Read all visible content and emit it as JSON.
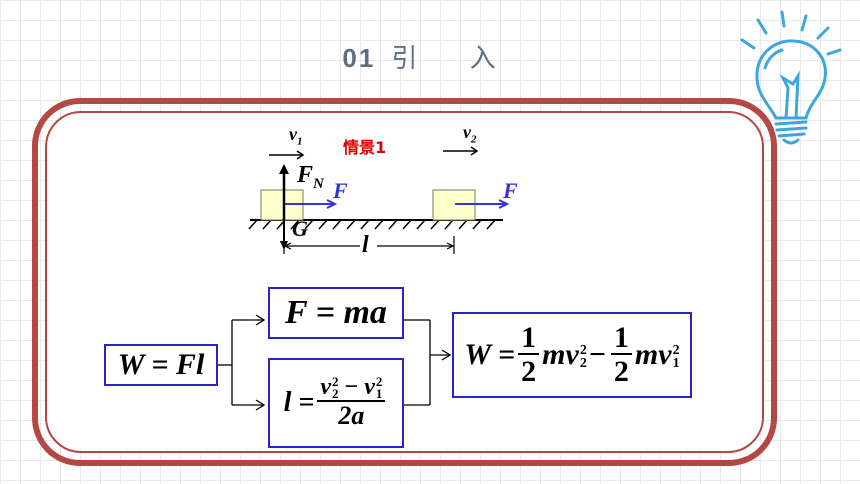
{
  "header": {
    "number": "01",
    "title": "引 入"
  },
  "scene": {
    "label": "情景1",
    "v1_symbol": "v",
    "v1_sub": "1",
    "v2_symbol": "v",
    "v2_sub": "2",
    "fn_symbol": "F",
    "fn_sub": "N",
    "force_left": "F",
    "force_right": "F",
    "gravity": "G",
    "distance": "l"
  },
  "formulas": {
    "work_def": "W = Fl",
    "newton": "F = ma",
    "kinematics": {
      "lhs": "l =",
      "num_a": "v",
      "num_a_sup": "2",
      "num_a_sub": "2",
      "minus": "−",
      "num_b": "v",
      "num_b_sup": "2",
      "num_b_sub": "1",
      "den": "2a"
    },
    "result": {
      "lhs": "W =",
      "f1_num": "1",
      "f1_den": "2",
      "t1": "mv",
      "t1_sup": "2",
      "t1_sub": "2",
      "minus": "−",
      "f2_num": "1",
      "f2_den": "2",
      "t2": "mv",
      "t2_sup": "2",
      "t2_sub": "1"
    }
  },
  "colors": {
    "frame": "#b54745",
    "box_border": "#2626c8",
    "title": "#5e6f82",
    "force": "#3333dd",
    "scene_label": "#e00000",
    "bulb": "#3ea6dc"
  }
}
